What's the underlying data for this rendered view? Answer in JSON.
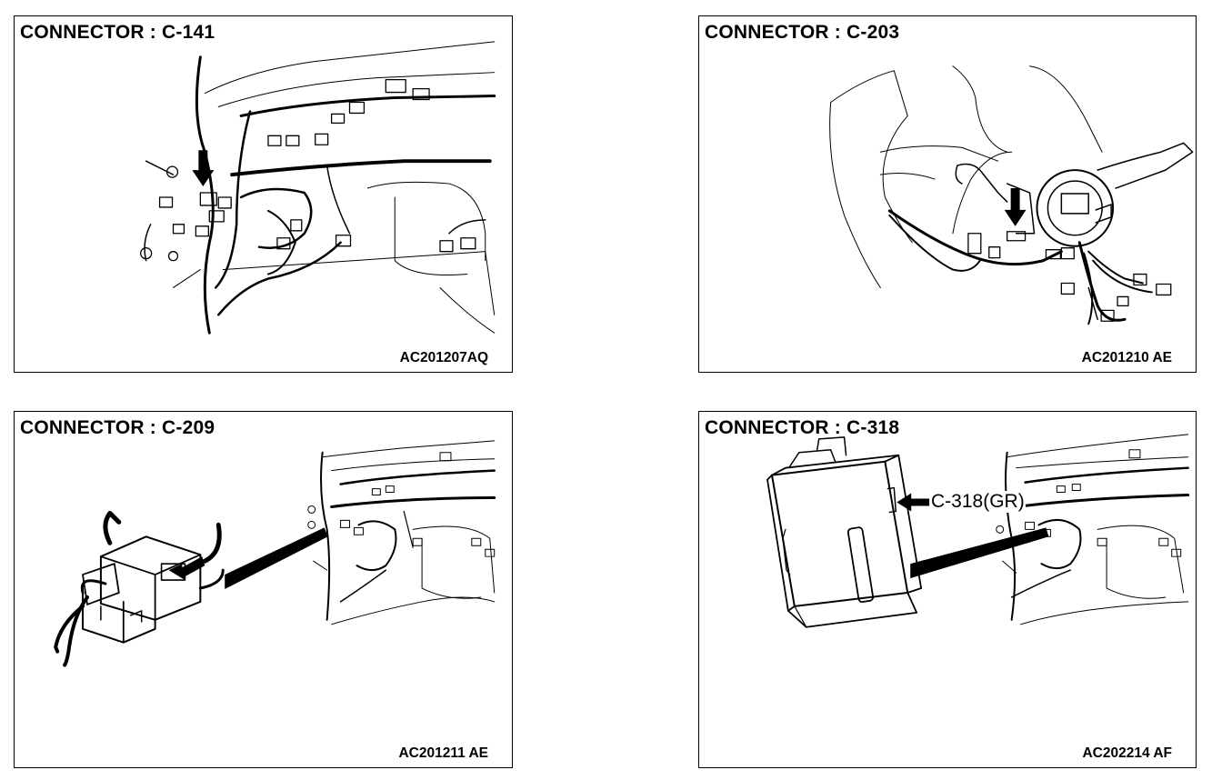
{
  "panels": [
    {
      "title": "CONNECTOR : C-141",
      "code": "AC201207AQ"
    },
    {
      "title": "CONNECTOR : C-203",
      "code": "AC201210 AE"
    },
    {
      "title": "CONNECTOR : C-209",
      "code": "AC201211 AE"
    },
    {
      "title": "CONNECTOR : C-318",
      "code": "AC202214 AF",
      "callout": "C-318(GR)"
    }
  ]
}
